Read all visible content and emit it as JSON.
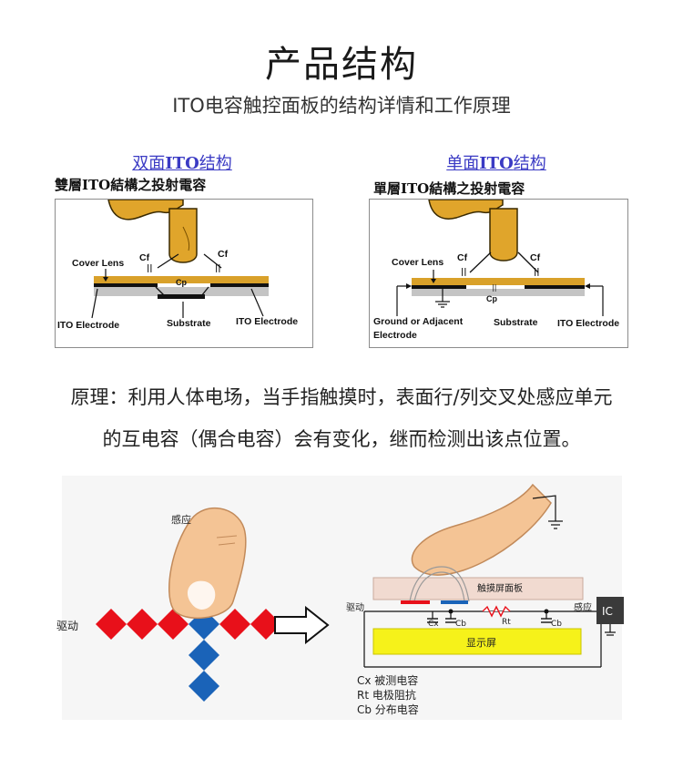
{
  "header": {
    "title": "产品结构",
    "subtitle": "ITO电容触控面板的结构详情和工作原理"
  },
  "left_diagram": {
    "caption_prefix": "双面",
    "caption_bold": "ITO",
    "caption_suffix": "结构",
    "subcaption": "雙層ITO結構之投射電容",
    "labels": {
      "cover_lens": "Cover Lens",
      "cf_left": "Cf",
      "cf_right": "Cf",
      "cp": "Cp",
      "ito_left": "ITO Electrode",
      "substrate": "Substrate",
      "ito_right": "ITO Electrode"
    }
  },
  "right_diagram": {
    "caption_prefix": "单面",
    "caption_bold": "ITO",
    "caption_suffix": "结构",
    "subcaption": "單層ITO結構之投射電容",
    "labels": {
      "cover_lens": "Cover Lens",
      "cf_left": "Cf",
      "cf_right": "Cf",
      "cp": "Cp",
      "ground": "Ground or Adjacent",
      "electrode": "Electrode",
      "substrate": "Substrate",
      "ito_right": "ITO Electrode"
    }
  },
  "principle": {
    "line1": "原理：利用人体电场，当手指触摸时，表面行/列交叉处感应单元",
    "line2": "的互电容（偶合电容）会有变化，继而检测出该点位置。"
  },
  "bottom_left": {
    "sense_label": "感应",
    "drive_label": "驱动"
  },
  "bottom_right": {
    "touch_panel": "触摸屏面板",
    "drive": "驱动",
    "sense": "感应",
    "ic": "IC",
    "cx": "Cx",
    "cb_left": "Cb",
    "rt": "Rt",
    "cb_right": "Cb",
    "display": "显示屏",
    "legend": [
      "Cx 被测电容",
      "Rt 电极阻抗",
      "Cb 分布电容"
    ]
  },
  "colors": {
    "finger_gold": "#d9a12a",
    "ito_black": "#111111",
    "substrate_gray": "#c4c4c4",
    "diamond_red": "#e8101a",
    "diamond_blue": "#1a63b8",
    "display_yellow": "#f6f21a",
    "panel_pink": "#f1dad0",
    "caption_blue": "#3b3bc4"
  }
}
